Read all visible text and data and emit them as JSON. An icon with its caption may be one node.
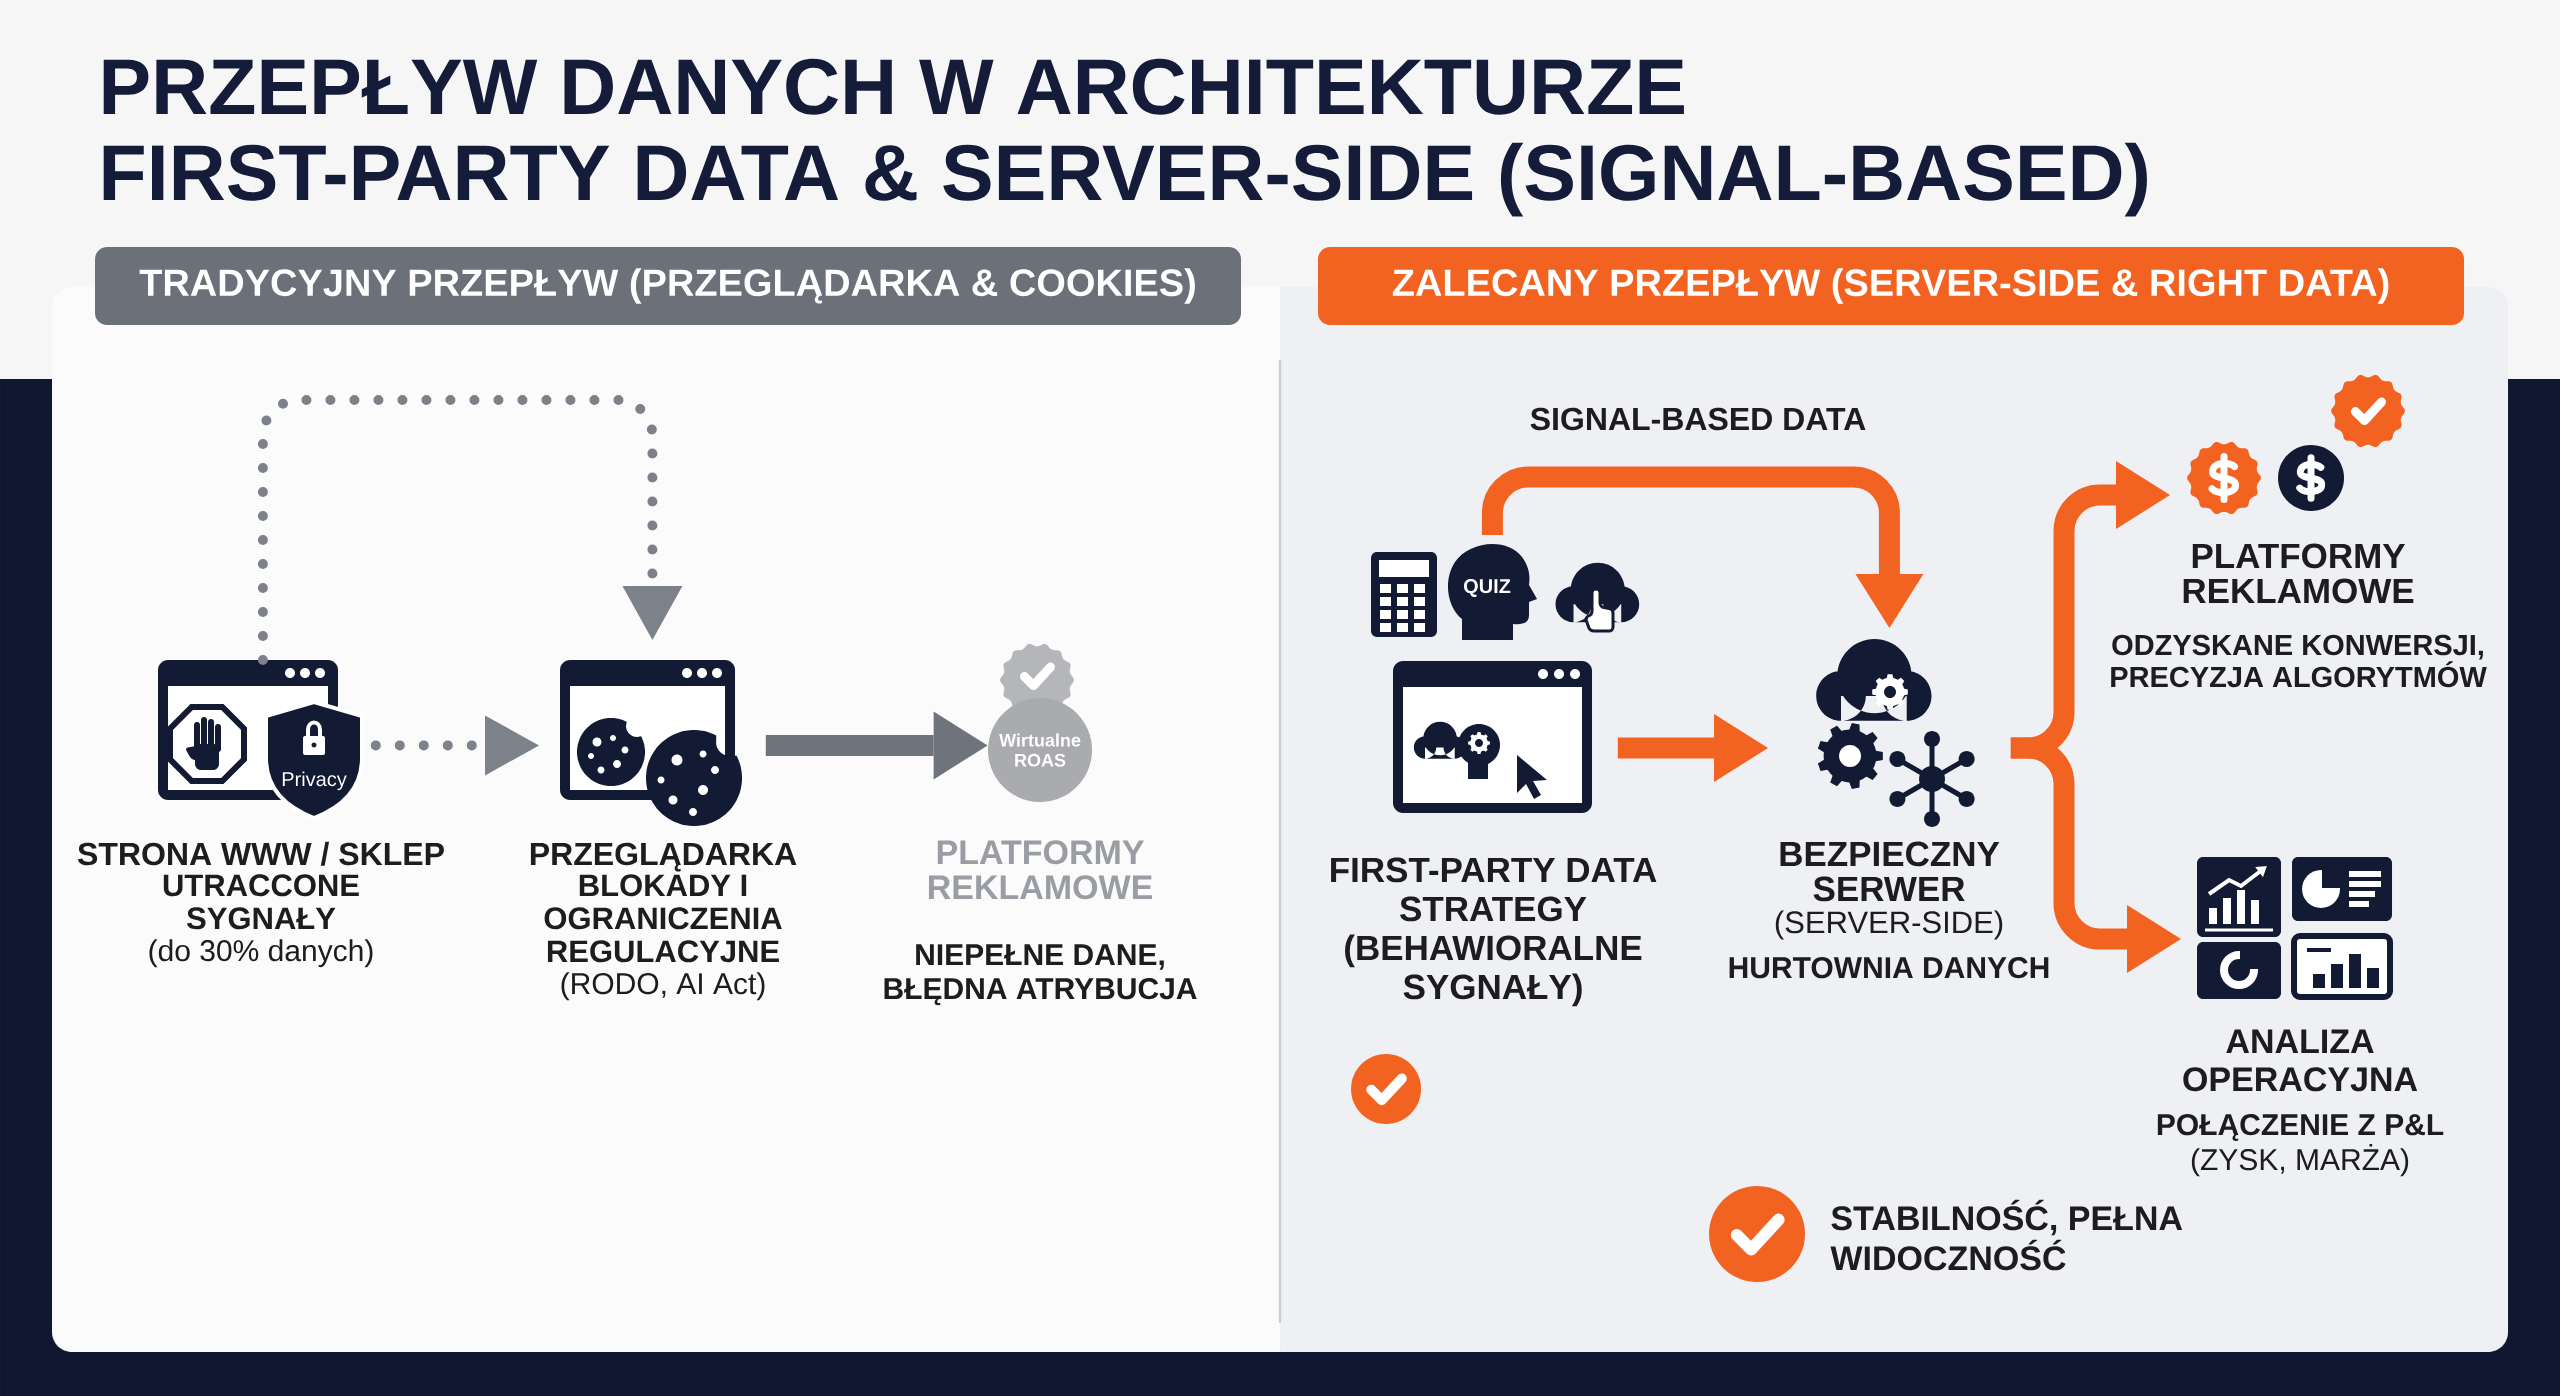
{
  "diagram": {
    "title": "PRZEPŁYW DANYCH W ARCHITEKTURZE FIRST-PARTY DATA & SERVER-SIDE (SIGNAL-BASED)",
    "nodes": [
      {
        "text": [
          "TRADYCYJNY PRZEPŁYW (PRZEGLĄDARKA & COOKIES)"
        ]
      },
      {
        "text": [
          "STRONA WWW / SKLEP",
          "UTRACCONE SYGNAŁY",
          "(do 30% danych)"
        ],
        "in": 0
      },
      {
        "text": [
          "PRZEGLĄDARKA",
          "BLOKADY I OGRANICZENIA REGULACYJNE",
          "(RODO, AI Act)"
        ],
        "in": 0
      },
      {
        "text": [
          "Wirtualne ROAS",
          "PLATFORMY REKLAMOWE",
          "NIEPEŁNE DANE, BŁĘDNA ATRYBUCJA"
        ],
        "in": 0
      },
      {
        "text": [
          "ZALECANY PRZEPŁYW (SERVER-SIDE & RIGHT DATA)"
        ]
      },
      {
        "text": [
          "FIRST-PARTY DATA STRATEGY (BEHAWIORALNE SYGNAŁY)"
        ],
        "in": 4
      },
      {
        "text": [
          "BEZPIECZNY SERWER",
          "(SERVER-SIDE)",
          "HURTOWNIA DANYCH"
        ],
        "in": 4
      },
      {
        "text": [
          "PLATFORMY REKLAMOWE",
          "ODZYSKANE KONWERSJI, PRECYZJA ALGORYTMÓW"
        ],
        "in": 4
      },
      {
        "text": [
          "ANALIZA OPERACYJNA",
          "POŁĄCZENIE Z P&L",
          "(ZYSK, MARŻA)"
        ],
        "in": 4
      }
    ],
    "edges": [
      {
        "from": 1,
        "to": 2,
        "arrow": "to",
        "style": "dashed",
        "color": "#7c818a"
      },
      {
        "from": 1,
        "to": 2,
        "arrow": "to",
        "style": "dashed",
        "color": "#7c818a"
      },
      {
        "from": 2,
        "to": 3,
        "arrow": "to",
        "color": "#6e737c"
      },
      {
        "from": 5,
        "to": 6,
        "arrow": "to",
        "label": "SIGNAL-BASED DATA"
      },
      {
        "from": 5,
        "to": 6,
        "arrow": "to"
      },
      {
        "from": 6,
        "to": 7,
        "arrow": "to"
      },
      {
        "from": 6,
        "to": 8,
        "arrow": "to"
      }
    ],
    "labels": [
      "Privacy",
      "QUIZ",
      "STABILNOŚĆ, PEŁNA WIDOCZNOŚĆ"
    ]
  }
}
